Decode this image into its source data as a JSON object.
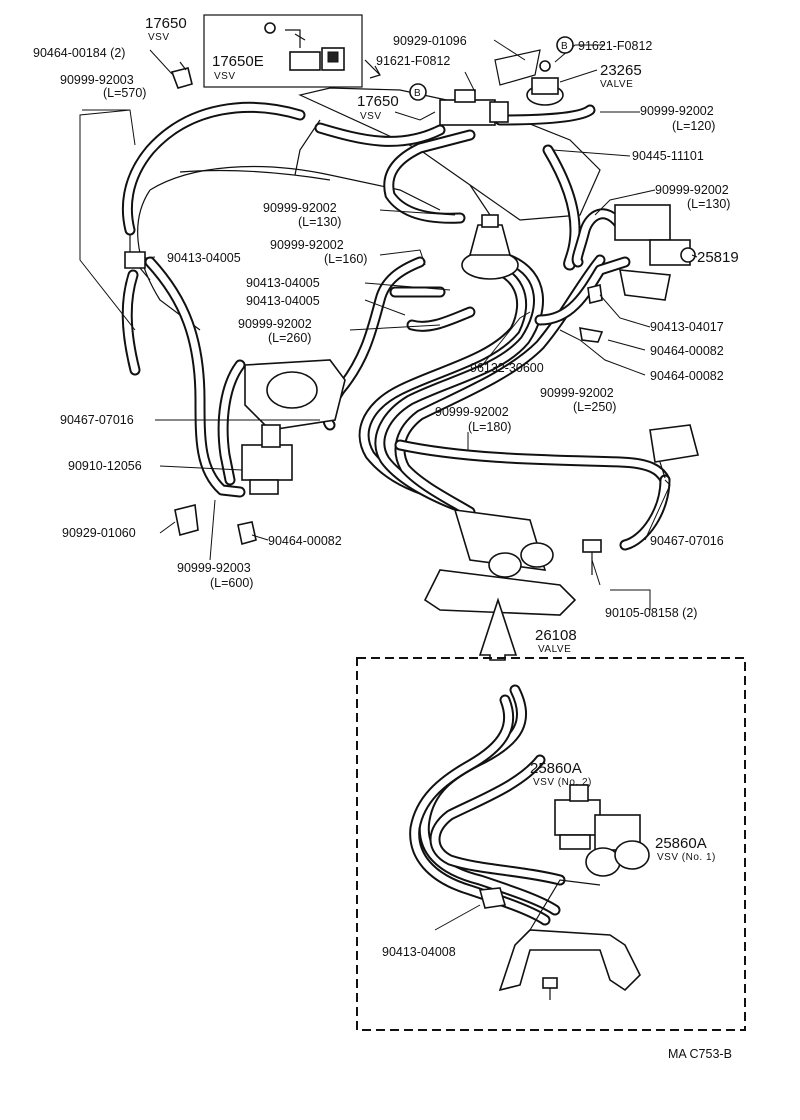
{
  "labels": {
    "p17650_top": "17650",
    "vsv_top": "VSV",
    "p17650E": "17650E",
    "vsv_e": "VSV",
    "p90464_00184": "90464-00184 (2)",
    "p90999_92003_a": "90999-92003",
    "l570": "(L=570)",
    "p91621_left": "91621-F0812",
    "p90929_01096": "90929-01096",
    "p91621_right": "91621-F0812",
    "p23265": "23265",
    "valve_23265": "VALVE",
    "p17650_mid": "17650",
    "vsv_mid": "VSV",
    "p90999_92002_a": "90999-92002",
    "l120": "(L=120)",
    "p90445": "90445-11101",
    "p90999_92002_b": "90999-92002",
    "l130_r": "(L=130)",
    "p90999_92002_c": "90999-92002",
    "l130_l": "(L=130)",
    "p90999_92002_d": "90999-92002",
    "l160": "(L=160)",
    "p25819": "25819",
    "p90413_04005_a": "90413-04005",
    "p90413_04005_b": "90413-04005",
    "p90413_04005_c": "90413-04005",
    "p90999_92002_e": "90999-92002",
    "l260": "(L=260)",
    "p90413_04017": "90413-04017",
    "p90464_00082_a": "90464-00082",
    "p96132": "96132-30600",
    "p90464_00082_b": "90464-00082",
    "p90999_92002_f": "90999-92002",
    "l250": "(L=250)",
    "p90467_07016_a": "90467-07016",
    "p90999_92002_g": "90999-92002",
    "l180": "(L=180)",
    "p90910": "90910-12056",
    "p90929_01060": "90929-01060",
    "p90464_00082_c": "90464-00082",
    "p90467_07016_b": "90467-07016",
    "p90999_92003_b": "90999-92003",
    "l600": "(L=600)",
    "p90105": "90105-08158 (2)",
    "p26108": "26108",
    "valve_26108": "VALVE",
    "p25860A_2": "25860A",
    "vsv_no2": "VSV (No. 2)",
    "p25860A_1": "25860A",
    "vsv_no1": "VSV (No. 1)",
    "p90413_04008": "90413-04008",
    "b_left": "B",
    "b_right": "B",
    "footer": "MA  C753-B"
  }
}
